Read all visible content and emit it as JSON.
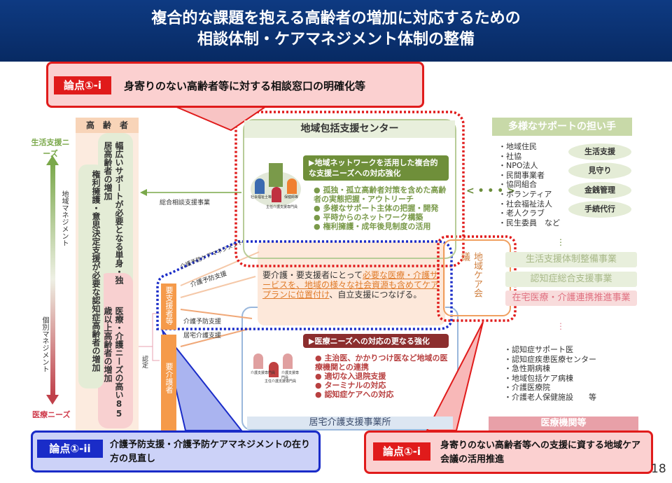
{
  "title": {
    "line1": "複合的な課題を抱える高齢者の増加に対応するための",
    "line2": "相談体制・ケアマネジメント体制の整備"
  },
  "callout_top": {
    "label": "論点①-i",
    "text": "身寄りのない高齢者等に対する相談窓口の明確化等"
  },
  "callout_bl": {
    "label": "論点①-ii",
    "text": "介護予防支援・介護予防ケアマネジメントの在り方の見直し"
  },
  "callout_br": {
    "label": "論点①-i",
    "text": "身寄りのない高齢者等への支援に資する地域ケア会議の活用推進"
  },
  "left_axis": {
    "top": "生活支援ニーズ",
    "bottom": "医療ニーズ",
    "upper": "地域マネジメント",
    "lower": "個別マネジメント"
  },
  "elderly": {
    "header": "高　齢　者",
    "col1": "権利擁護・意思決定支援が必要な認知症高齢者の増加",
    "col2": "幅広いサポートが必要となる単身・独居高齢者の増加",
    "col3": "医療・介護ニーズの高い85歳以上高齢者の増加"
  },
  "care_levels": {
    "support": "要支援者等",
    "care": "要介護者",
    "nintei": "認定"
  },
  "arrows": {
    "sogo": "総合相談支援事業",
    "yobo_cm": "介護予防ケアマネジメント",
    "yobo_shien1": "介護予防支援",
    "yobo_shien2": "介護予防支援",
    "kyotaku": "居宅介護支援"
  },
  "center": {
    "header": "地域包括支援センター",
    "badge": "▶地域ネットワークを活用した複合的な支援ニーズへの対応強化",
    "bullets": [
      "孤独・孤立高齢者対策を含めた高齢者の実態把握・アウトリーチ",
      "多様なサポート主体の把握・開発",
      "平時からのネットワーク構築",
      "権利擁護・成年後見制度の活用"
    ],
    "staff": [
      "社会福祉士等",
      "保健師等",
      "主任介護支援専門員"
    ]
  },
  "careplan": {
    "pre": "要介護・要支援者にとって",
    "ul": "必要な医療・介護サービスを、地域の様々な社会資源も含めてケアプランに位置付け",
    "post": "、自立支援につなげる。"
  },
  "kyotaku": {
    "badge": "▶医療ニーズへの対応の更なる強化",
    "bullets": [
      "主治医、かかりつけ医など地域の医療機関との連携",
      "適切な入退院支援",
      "ターミナルの対応",
      "認知症ケアへの対応"
    ],
    "footer": "居宅介護支援事業所",
    "staff": [
      "介護支援専門員",
      "介護支援専門員",
      "主任介護支援専門員"
    ]
  },
  "care_meeting": "地域ケア会議",
  "supporters": {
    "header": "多様なサポートの担い手",
    "list": [
      "地域住民",
      "社協",
      "NPO法人",
      "民間事業者",
      "協同組合",
      "ボランティア",
      "社会福祉法人",
      "老人クラブ",
      "民生委員　など"
    ],
    "pills": [
      "生活支援",
      "見守り",
      "金銭管理",
      "手続代行"
    ]
  },
  "projects": [
    "生活支援体制整備事業",
    "認知症総合支援事業",
    "在宅医療・介護連携推進事業"
  ],
  "medical": {
    "list": [
      "認知症サポート医",
      "認知症疾患医療センター",
      "急性期病棟",
      "地域包括ケア病棟",
      "介護医療院",
      "介護老人保健施設　　等"
    ],
    "footer": "医療機関等"
  },
  "page": "18"
}
